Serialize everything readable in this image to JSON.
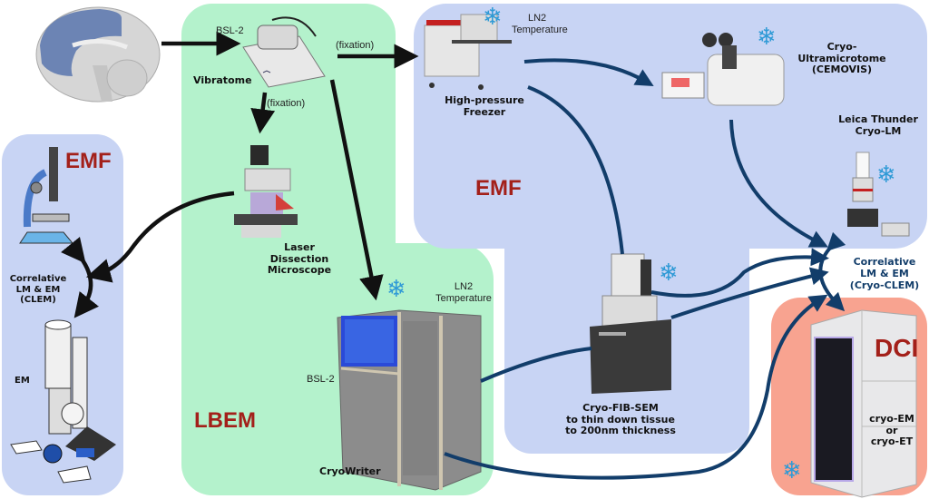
{
  "colors": {
    "emf_region": "#c8d4f4",
    "lbem_region": "#b4f2cc",
    "dci_region": "#f8a390",
    "facility_label": "#a3201a",
    "cryo_arrow": "#123d6a",
    "black_arrow": "#111111",
    "snowflake": "#2f9ad6"
  },
  "icons": {
    "snowflake": "❄"
  },
  "regions": {
    "emf_left": {
      "label": "EMF"
    },
    "lbem": {
      "label": "LBEM"
    },
    "emf_right": {
      "label": "EMF"
    },
    "dci": {
      "label": "DCI"
    }
  },
  "left_panel": {
    "clem_label_line1": "Correlative",
    "clem_label_line2": "LM & EM",
    "clem_label_line3": "(CLEM)",
    "em_label": "EM"
  },
  "lbem_panel": {
    "bsl2_top": "BSL-2",
    "vibratome": "Vibratome",
    "fixation_right": "(fixation)",
    "fixation_down": "(fixation)",
    "laser_line1": "Laser",
    "laser_line2": "Dissection",
    "laser_line3": "Microscope",
    "cryowriter_ln2_line1": "LN2",
    "cryowriter_ln2_line2": "Temperature",
    "bsl2_cryowriter": "BSL-2",
    "cryowriter": "CryoWriter"
  },
  "emf_panel": {
    "hpf_ln2_line1": "LN2",
    "hpf_ln2_line2": "Temperature",
    "hpf_line1": "High-pressure",
    "hpf_line2": "Freezer",
    "cemovis_line1": "Cryo-",
    "cemovis_line2": "Ultramicrotome",
    "cemovis_line3": "(CEMOVIS)",
    "thunder_line1": "Leica Thunder",
    "thunder_line2": "Cryo-LM",
    "fibsem_line1": "Cryo-FIB-SEM",
    "fibsem_line2": "to thin down tissue",
    "fibsem_line3": "to 200nm thickness"
  },
  "cryo_clem": {
    "line1": "Correlative",
    "line2": "LM & EM",
    "line3": "(Cryo-CLEM)"
  },
  "dci_panel": {
    "line1": "cryo-EM",
    "line2": "or",
    "line3": "cryo-ET"
  }
}
